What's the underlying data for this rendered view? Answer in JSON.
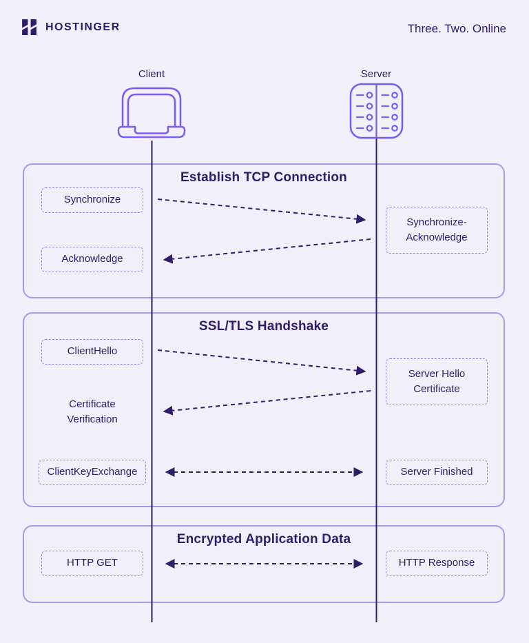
{
  "header": {
    "brand": "HOSTINGER",
    "tagline": "Three. Two. Online"
  },
  "actors": {
    "client": "Client",
    "server": "Server"
  },
  "sections": [
    {
      "title": "Establish TCP Connection",
      "messages": {
        "synchronize": "Synchronize",
        "synchronize_acknowledge": "Synchronize-Acknowledge",
        "acknowledge": "Acknowledge"
      },
      "arrows": [
        {
          "from": "client",
          "to": "server",
          "label": "Synchronize"
        },
        {
          "from": "server",
          "to": "client",
          "label": "Synchronize-Acknowledge"
        }
      ]
    },
    {
      "title": "SSL/TLS Handshake",
      "messages": {
        "client_hello": "ClientHello",
        "server_hello_certificate": "Server Hello Certificate",
        "certificate_verification": "Certificate Verification",
        "client_key_exchange": "ClientKeyExchange",
        "server_finished": "Server Finished"
      },
      "arrows": [
        {
          "from": "client",
          "to": "server",
          "label": "ClientHello"
        },
        {
          "from": "server",
          "to": "client",
          "label": "Server Hello Certificate"
        },
        {
          "from": "client",
          "to": "server",
          "bidirectional": true,
          "label": "ClientKeyExchange / Server Finished"
        }
      ]
    },
    {
      "title": "Encrypted Application Data",
      "messages": {
        "http_get": "HTTP GET",
        "http_response": "HTTP Response"
      },
      "arrows": [
        {
          "from": "client",
          "to": "server",
          "bidirectional": true,
          "label": "HTTP GET / HTTP Response"
        }
      ]
    }
  ],
  "colors": {
    "background": "#F2F1FB",
    "panel_bg": "#F1F0FA",
    "panel_border": "#A29AF4",
    "message_border": "#8C84EF",
    "text_dark": "#2F1C6A",
    "icon_accent": "#7C5AF6"
  }
}
